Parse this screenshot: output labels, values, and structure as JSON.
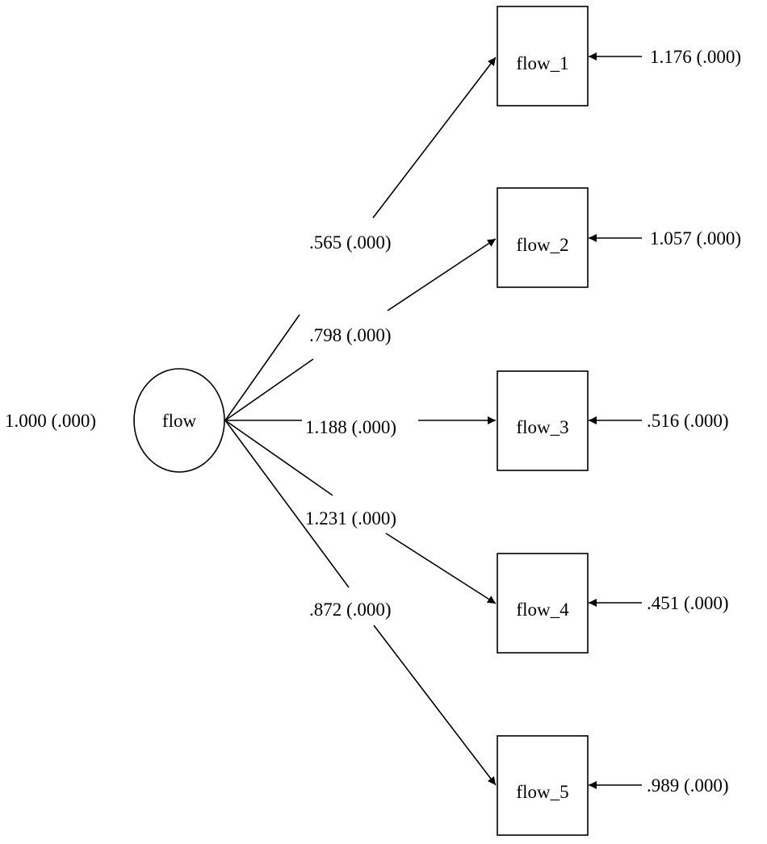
{
  "latent": {
    "label": "flow",
    "variance": "1.000 (.000)"
  },
  "indicators": [
    {
      "label": "flow_1",
      "loading": ".565 (.000)",
      "residual": "1.176 (.000)"
    },
    {
      "label": "flow_2",
      "loading": ".798 (.000)",
      "residual": "1.057 (.000)"
    },
    {
      "label": "flow_3",
      "loading": "1.188 (.000)",
      "residual": ".516 (.000)"
    },
    {
      "label": "flow_4",
      "loading": "1.231 (.000)",
      "residual": ".451 (.000)"
    },
    {
      "label": "flow_5",
      "loading": ".872 (.000)",
      "residual": ".989 (.000)"
    }
  ],
  "colors": {
    "stroke": "#000000",
    "background": "#ffffff"
  }
}
